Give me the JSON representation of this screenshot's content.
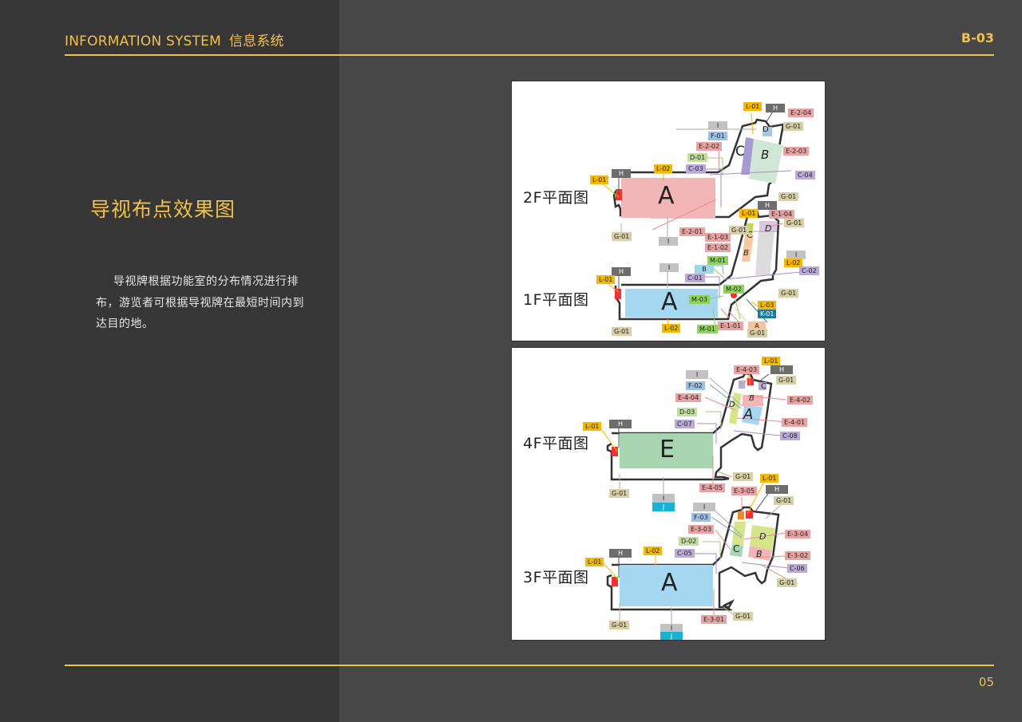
{
  "header": {
    "title_en": "INFORMATION SYSTEM",
    "title_cn": "信息系统",
    "page_code": "B-03"
  },
  "section": {
    "title": "导视布点效果图",
    "body": "导视牌根据功能室的分布情况进行排布，游览者可根据导视牌在最短时间内到达目的地。"
  },
  "footer": {
    "page_number": "05"
  },
  "colors": {
    "accent": "#f2c04c",
    "left_panel_bg": "#363636",
    "right_panel_bg": "#474747"
  },
  "plans": {
    "top_card": {
      "floor_2": {
        "title": "2F平面图",
        "zones": {
          "A": "A",
          "B": "B",
          "C": "C",
          "D": "D"
        },
        "tags": [
          "L-01",
          "H",
          "I",
          "F-01",
          "E-2-02",
          "D-01",
          "C-03",
          "L-02",
          "L-01",
          "H",
          "E-2-04",
          "G-01",
          "E-2-03",
          "C-04",
          "G-01",
          "G-01",
          "I",
          "E-2-01"
        ]
      },
      "floor_1": {
        "title": "1F平面图",
        "zones": {
          "A": "A",
          "B": "B",
          "C": "C",
          "D": "D"
        },
        "tags": [
          "H",
          "L-01",
          "E-1-04",
          "G-01",
          "G-01",
          "E-1-03",
          "E-1-02",
          "I",
          "L-02",
          "M-01",
          "B",
          "C-01",
          "C-02",
          "I",
          "H",
          "L-01",
          "M-02",
          "M-03",
          "G-01",
          "L-03",
          "K-01",
          "G-01",
          "L-02",
          "M-01",
          "E-1-01",
          "A",
          "G-01"
        ]
      }
    },
    "bottom_card": {
      "floor_4": {
        "title": "4F平面图",
        "zones": {
          "E": "E",
          "A": "A",
          "B": "B",
          "C": "C",
          "D": "D"
        },
        "tags": [
          "E-4-03",
          "L-01",
          "H",
          "I",
          "G-01",
          "F-02",
          "E-4-04",
          "E-4-02",
          "D-03",
          "E-4-01",
          "L-01",
          "H",
          "C-07",
          "C-08",
          "G-01",
          "G-01",
          "I",
          "J",
          "E-4-05"
        ]
      },
      "floor_3": {
        "title": "3F平面图",
        "zones": {
          "A": "A",
          "B": "B",
          "C": "C",
          "D": "D"
        },
        "tags": [
          "L-01",
          "E-3-05",
          "H",
          "G-01",
          "I",
          "F-03",
          "E-3-03",
          "E-3-04",
          "D-02",
          "L-01",
          "H",
          "L-02",
          "C-05",
          "E-3-02",
          "C-06",
          "G-01",
          "G-01",
          "E-3-01",
          "G-01",
          "I",
          "J"
        ]
      }
    }
  }
}
